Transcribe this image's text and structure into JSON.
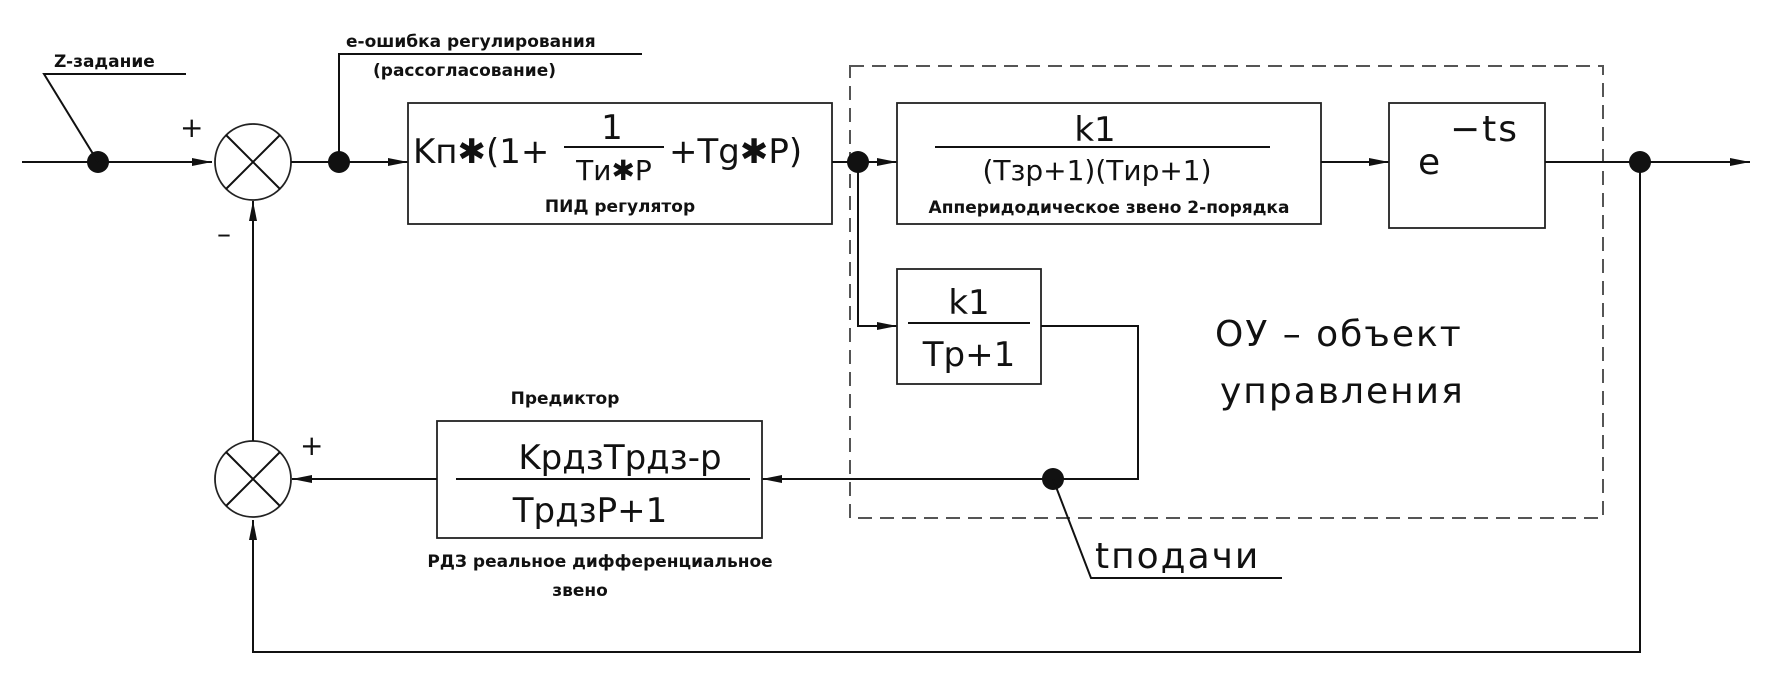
{
  "labels": {
    "setpoint": "Z-задание",
    "error": "e-ошибка регулирования",
    "mismatch": "(рассогласование)",
    "plus_top": "+",
    "minus_top": "–",
    "plus_bottom": "+",
    "predictor": "Предиктор",
    "rdz_line1": "РДЗ реальное дифференциальное",
    "rdz_line2": "звено",
    "feed_time": "tподачи",
    "object_line1": "ОУ – объект",
    "object_line2": "управления"
  },
  "blocks": {
    "pid": {
      "prefix": "Kп✱(1+",
      "frac_num": "1",
      "frac_den": "Tи✱P",
      "suffix": "+Tg✱P)",
      "caption": "ПИД регулятор"
    },
    "aperiodic": {
      "num": "k1",
      "den": "(Tзр+1)(Tир+1)",
      "caption": "Апперидодическое звено 2-порядка"
    },
    "delay": {
      "base": "e",
      "exponent": "−ts"
    },
    "model": {
      "num": "k1",
      "den": "Tр+1"
    },
    "rdz": {
      "num": "KрдзTрдз-р",
      "den": "TрдзP+1"
    }
  }
}
